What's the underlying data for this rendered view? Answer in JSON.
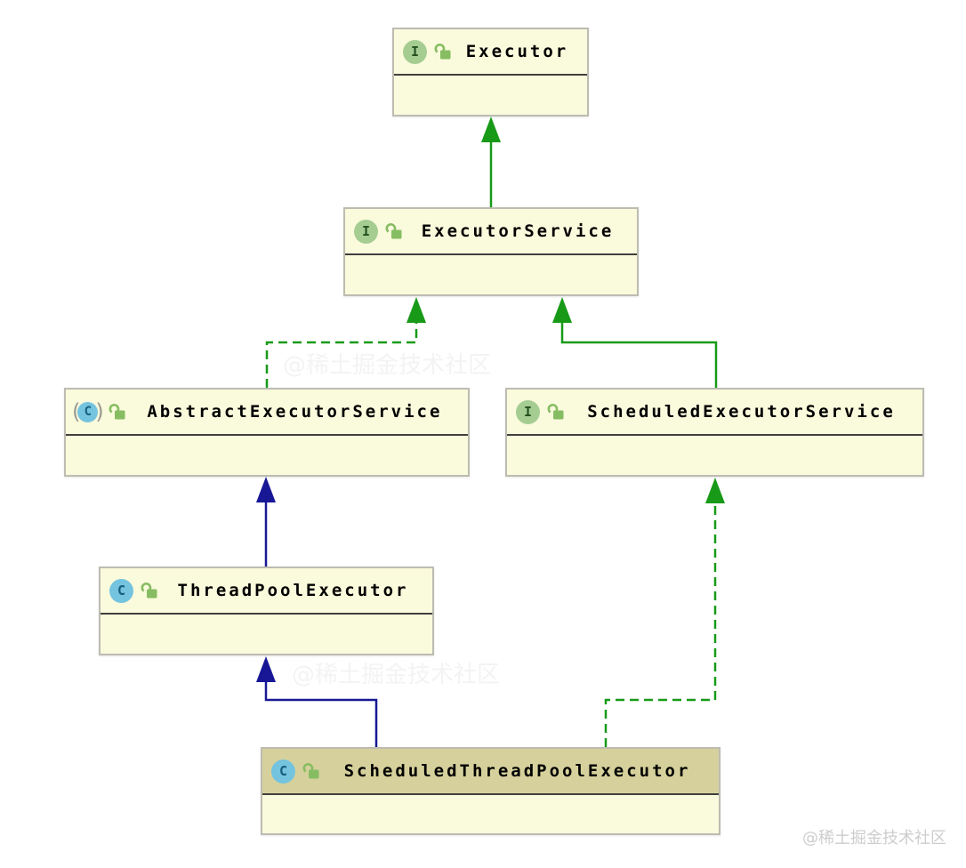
{
  "diagram": {
    "type": "uml-class-diagram",
    "nodes": [
      {
        "name": "Executor",
        "kind": "interface",
        "selected": false
      },
      {
        "name": "ExecutorService",
        "kind": "interface",
        "selected": false
      },
      {
        "name": "AbstractExecutorService",
        "kind": "abstract_class",
        "selected": false
      },
      {
        "name": "ScheduledExecutorService",
        "kind": "interface",
        "selected": false
      },
      {
        "name": "ThreadPoolExecutor",
        "kind": "class",
        "selected": false
      },
      {
        "name": "ScheduledThreadPoolExecutor",
        "kind": "class",
        "selected": true
      }
    ],
    "edges": [
      {
        "from": "ExecutorService",
        "to": "Executor",
        "relation": "extends",
        "line": "solid",
        "color": "#189A18"
      },
      {
        "from": "AbstractExecutorService",
        "to": "ExecutorService",
        "relation": "implements",
        "line": "dashed",
        "color": "#189A18"
      },
      {
        "from": "ScheduledExecutorService",
        "to": "ExecutorService",
        "relation": "extends",
        "line": "solid",
        "color": "#189A18"
      },
      {
        "from": "ThreadPoolExecutor",
        "to": "AbstractExecutorService",
        "relation": "extends",
        "line": "solid",
        "color": "#181896"
      },
      {
        "from": "ScheduledThreadPoolExecutor",
        "to": "ThreadPoolExecutor",
        "relation": "extends",
        "line": "solid",
        "color": "#181896"
      },
      {
        "from": "ScheduledThreadPoolExecutor",
        "to": "ScheduledExecutorService",
        "relation": "implements",
        "line": "dashed",
        "color": "#189A18"
      }
    ]
  },
  "icons": {
    "interface_letter": "I",
    "class_letter": "C",
    "abstract_paren_open": "(",
    "abstract_paren_close": ")"
  },
  "colors": {
    "node_fill": "#FAFADC",
    "selected_header_fill": "#D6D19C",
    "extends_green": "#189A18",
    "extends_navy": "#181896",
    "interface_icon_fill": "#A5CD92",
    "class_icon_fill": "#74C3DF",
    "lock_icon_green": "#87BD62"
  },
  "watermark": {
    "corner_text": "@稀土掘金技术社区",
    "faint_text": "@稀土掘金技术社区"
  }
}
